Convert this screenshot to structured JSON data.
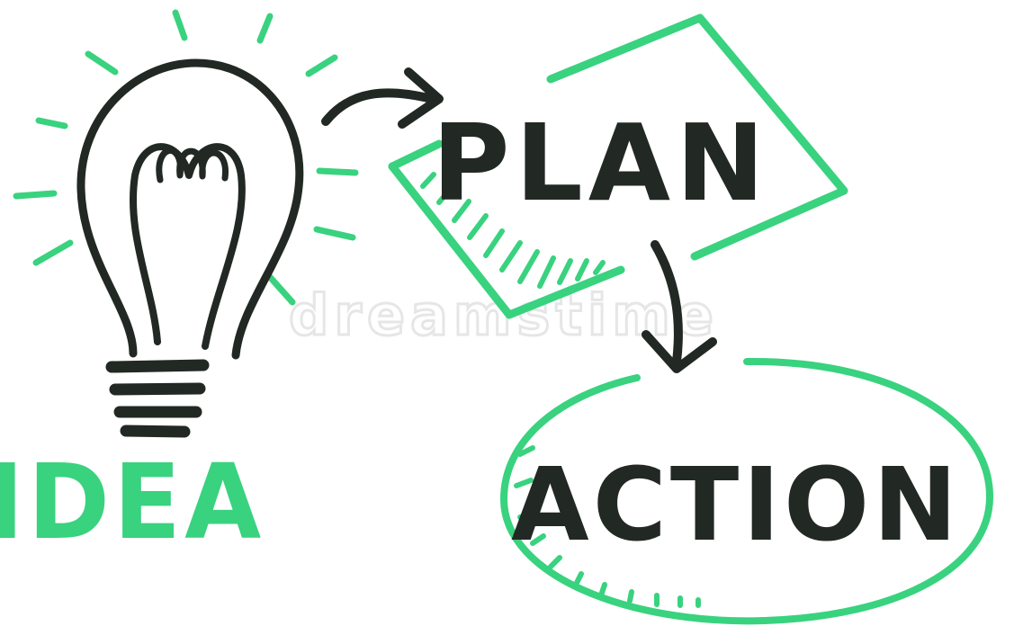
{
  "diagram": {
    "nodes": [
      {
        "id": "idea",
        "label": "IDEA"
      },
      {
        "id": "plan",
        "label": "PLAN"
      },
      {
        "id": "action",
        "label": "ACTION"
      }
    ],
    "edges": [
      {
        "from": "idea",
        "to": "plan"
      },
      {
        "from": "plan",
        "to": "action"
      }
    ],
    "watermark": "dreamstime"
  },
  "colors": {
    "ink": "#222823",
    "accent": "#39d27f",
    "background": "#ffffff",
    "watermark": "#eaeaea"
  },
  "icons": {
    "idea": "lightbulb-icon",
    "plan": "sheet-of-paper-icon",
    "action": "oval-outline-icon"
  }
}
